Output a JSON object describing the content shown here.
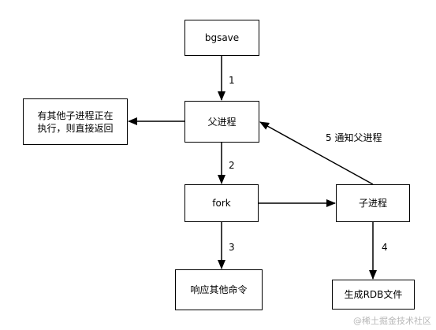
{
  "nodes": {
    "bgsave": "bgsave",
    "parent_process": "父进程",
    "other_child_running_line1": "有其他子进程正在",
    "other_child_running_line2": "执行，则直接返回",
    "fork": "fork",
    "child_process": "子进程",
    "respond_other_commands": "响应其他命令",
    "generate_rdb_file": "生成RDB文件"
  },
  "edge_labels": {
    "step_1": "1",
    "step_2": "2",
    "step_3": "3",
    "step_4": "4",
    "step_5": "5 通知父进程"
  },
  "watermark": "@稀土掘金技术社区"
}
